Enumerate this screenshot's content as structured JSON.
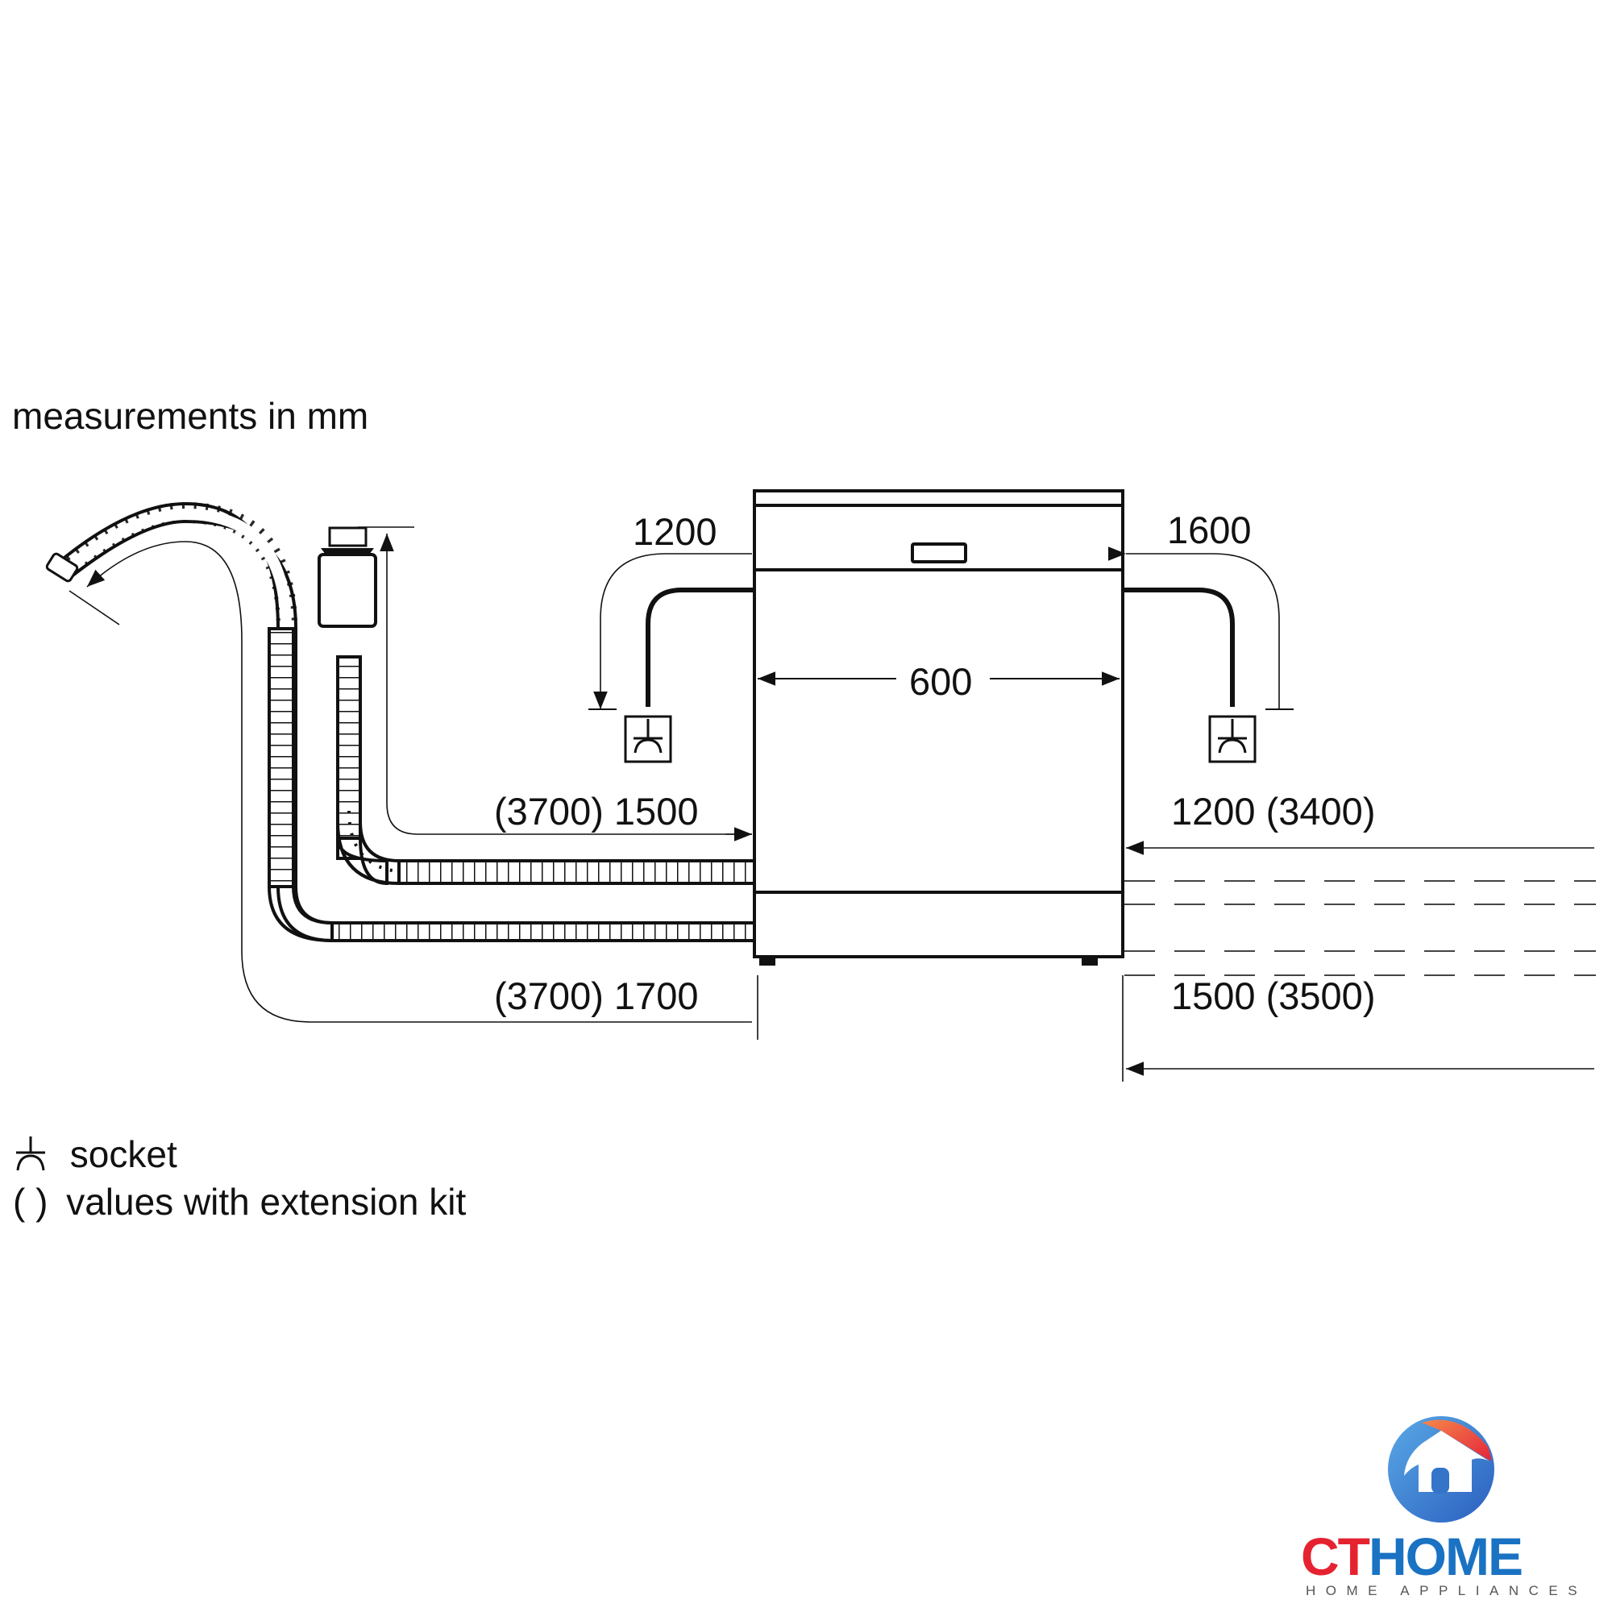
{
  "title": "measurements in mm",
  "dimensions": {
    "width": "600",
    "left_power": "1200",
    "right_power": "1600",
    "left_upper_hose": "(3700) 1500",
    "left_lower_hose": "(3700) 1700",
    "right_upper_hose": "1200 (3400)",
    "right_lower_hose": "1500 (3500)"
  },
  "legend": {
    "socket_symbol": "socket-icon",
    "socket_label": "socket",
    "parens_symbol": "( )",
    "parens_label": "values with extension kit"
  },
  "logo": {
    "brand_ct": "CT",
    "brand_home": "HOME",
    "tagline": "HOME APPLIANCES",
    "colors": {
      "red": "#e52330",
      "blue": "#1a72c3",
      "orange": "#f26b3a",
      "gray": "#555555"
    }
  }
}
